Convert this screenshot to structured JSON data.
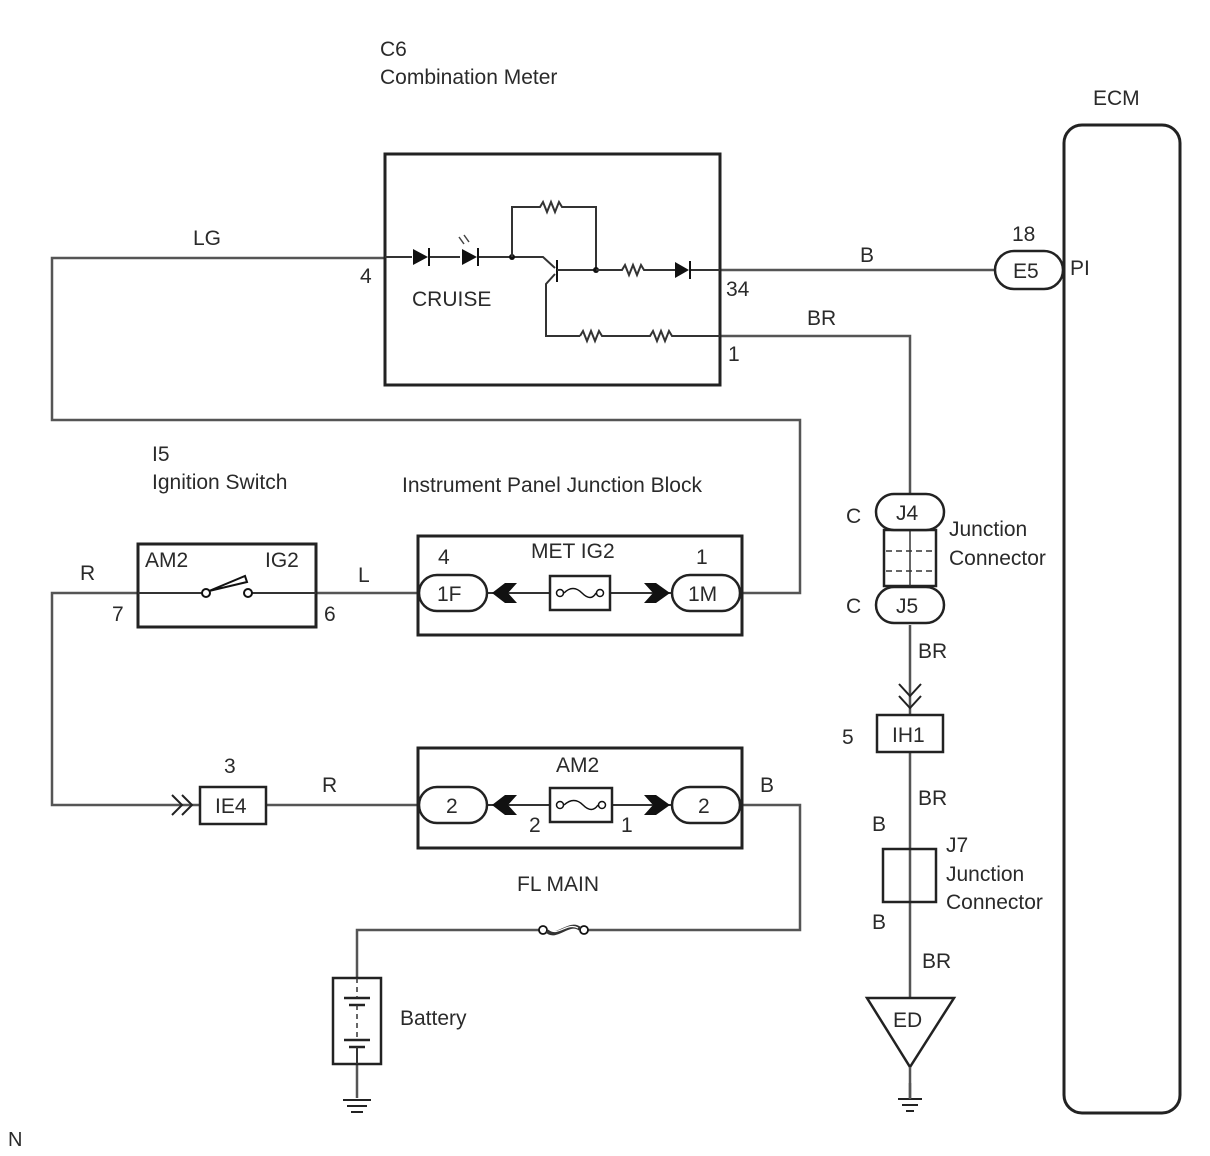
{
  "components": {
    "combination_meter": {
      "code": "C6",
      "name": "Combination Meter",
      "inner_label": "CRUISE",
      "pins": {
        "lg_in": "4",
        "pi_out": "34",
        "br_out": "1"
      }
    },
    "ecm": {
      "name": "ECM",
      "connector": "E5",
      "pin": "18",
      "terminal": "PI"
    },
    "ignition_switch": {
      "code": "I5",
      "name": "Ignition Switch",
      "left_terminal": "AM2",
      "right_terminal": "IG2",
      "pin_left": "7",
      "pin_right": "6"
    },
    "ip_junction_block": {
      "name": "Instrument Panel Junction Block",
      "fuse": "MET IG2",
      "left_conn": "1F",
      "left_pin": "4",
      "right_conn": "1M",
      "right_pin": "1"
    },
    "junction_connector_j4j5": {
      "name_line1": "Junction",
      "name_line2": "Connector",
      "top_conn": "J4",
      "bottom_conn": "J5",
      "top_pin": "C",
      "bottom_pin": "C"
    },
    "ih1": {
      "conn": "IH1",
      "pin": "5"
    },
    "j7": {
      "code": "J7",
      "name_line1": "Junction",
      "name_line2": "Connector",
      "top_pin": "B",
      "bottom_pin": "B"
    },
    "ground_ed": {
      "label": "ED"
    },
    "ie4": {
      "conn": "IE4",
      "pin": "3"
    },
    "am2_block": {
      "fuse": "AM2",
      "left_conn": "2",
      "right_conn": "2",
      "fuse_pin_left": "2",
      "fuse_pin_right": "1"
    },
    "fl_main": {
      "label": "FL MAIN"
    },
    "battery": {
      "label": "Battery"
    }
  },
  "wire_colors": {
    "lg": "LG",
    "b_ecm": "B",
    "br_meter": "BR",
    "r_ig": "R",
    "l_ig": "L",
    "br_j5": "BR",
    "br_ih1": "BR",
    "br_ed": "BR",
    "r_ie4": "R",
    "b_am2": "B"
  },
  "footer_mark": "N"
}
